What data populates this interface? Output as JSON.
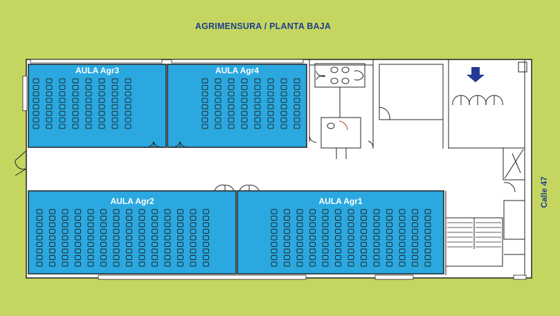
{
  "title": "AGRIMENSURA / PLANTA BAJA",
  "street": "Calle 47",
  "colors": {
    "background": "#c4d660",
    "room_fill": "#2aa8df",
    "wall": "#222222",
    "title_text": "#1f3d8c",
    "arrow": "#233a93"
  },
  "rooms": [
    {
      "id": "agr3",
      "label": "AULA Agr3"
    },
    {
      "id": "agr4",
      "label": "AULA Agr4"
    },
    {
      "id": "agr2",
      "label": "AULA Agr2"
    },
    {
      "id": "agr1",
      "label": "AULA Agr1"
    }
  ],
  "entrance_arrow_icon": "arrow-down-icon"
}
